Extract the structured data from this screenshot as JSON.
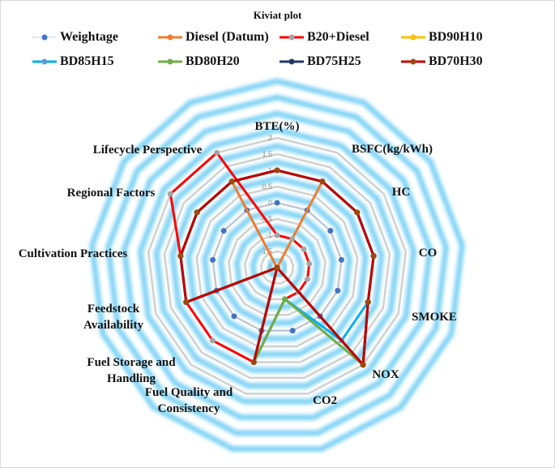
{
  "chart_data": {
    "type": "radar",
    "title": "Kiviat plot",
    "axes": [
      "BTE(%)",
      "BSFC(kg/kWh)",
      "HC",
      "CO",
      "SMOKE",
      "NOX",
      "CO2",
      "Fuel Quality and Consistency",
      "Fuel Storage and Handling",
      "Feedstock Availability",
      "Cultivation Practices",
      "Regional Factors",
      "Lifecycle Perspective"
    ],
    "axis_label_lines": [
      [
        "BTE(%)"
      ],
      [
        "BSFC(kg/kWh)"
      ],
      [
        "HC"
      ],
      [
        "CO"
      ],
      [
        "SMOKE"
      ],
      [
        "NOX"
      ],
      [
        "CO2"
      ],
      [
        "Fuel Quality and",
        "Consistency"
      ],
      [
        "Fuel Storage and",
        "Handling"
      ],
      [
        "Feedstock",
        "Availability"
      ],
      [
        "Cultivation Practices"
      ],
      [
        "Regional Factors"
      ],
      [
        "Lifecycle Perspective"
      ]
    ],
    "rlim": [
      -2,
      2
    ],
    "ticks": [
      "2",
      "1.5",
      "1",
      "0.5",
      "0",
      "-0.5",
      "-1",
      "-1.5",
      "-2"
    ],
    "tick_values": [
      2,
      1.5,
      1,
      0.5,
      0,
      -0.5,
      -1,
      -1.5,
      -2
    ],
    "grid": true,
    "legend_position": "top",
    "series": [
      {
        "name": "Weightage",
        "color": "#4472c4",
        "marker": "#4472c4",
        "style": "dotted",
        "values": [
          0,
          0,
          0,
          0,
          0,
          0,
          0,
          0,
          0,
          0,
          0,
          0,
          0
        ]
      },
      {
        "name": "Diesel (Datum)",
        "color": "#ed7d31",
        "marker": "#ed7d31",
        "style": "solid",
        "values": [
          -2,
          1,
          1,
          1,
          1,
          2,
          -2,
          1,
          -2,
          1,
          1,
          1,
          1
        ]
      },
      {
        "name": "B20+Diesel",
        "color": "#ff0000",
        "marker": "#a5a5a5",
        "style": "solid",
        "values": [
          -1,
          -1,
          -1,
          -1,
          -1,
          -1,
          -1,
          1,
          1,
          1,
          1,
          2,
          2
        ]
      },
      {
        "name": "BD90H10",
        "color": "#ffc000",
        "marker": "#ffc000",
        "style": "solid",
        "values": [
          1,
          1,
          1,
          1,
          1,
          2,
          -2,
          1,
          -2,
          1,
          1,
          1,
          1
        ]
      },
      {
        "name": "BD85H15",
        "color": "#00b0f0",
        "marker": "#5b9bd5",
        "style": "solid",
        "values": [
          1,
          1,
          1,
          1,
          1,
          1,
          -1,
          1,
          -2,
          1,
          1,
          1,
          1
        ]
      },
      {
        "name": "BD80H20",
        "color": "#70ad47",
        "marker": "#70ad47",
        "style": "solid",
        "values": [
          1,
          1,
          1,
          1,
          1,
          2,
          -1,
          1,
          -2,
          1,
          1,
          1,
          1
        ]
      },
      {
        "name": "BD75H25",
        "color": "#203864",
        "marker": "#203864",
        "style": "solid",
        "values": [
          1,
          1,
          1,
          1,
          1,
          2,
          -2,
          1,
          -2,
          1,
          1,
          1,
          1
        ]
      },
      {
        "name": "BD70H30",
        "color": "#c00000",
        "marker": "#9e480e",
        "style": "solid",
        "values": [
          1,
          1,
          1,
          1,
          1,
          2,
          -2,
          1,
          -2,
          1,
          1,
          1,
          1
        ]
      }
    ]
  }
}
